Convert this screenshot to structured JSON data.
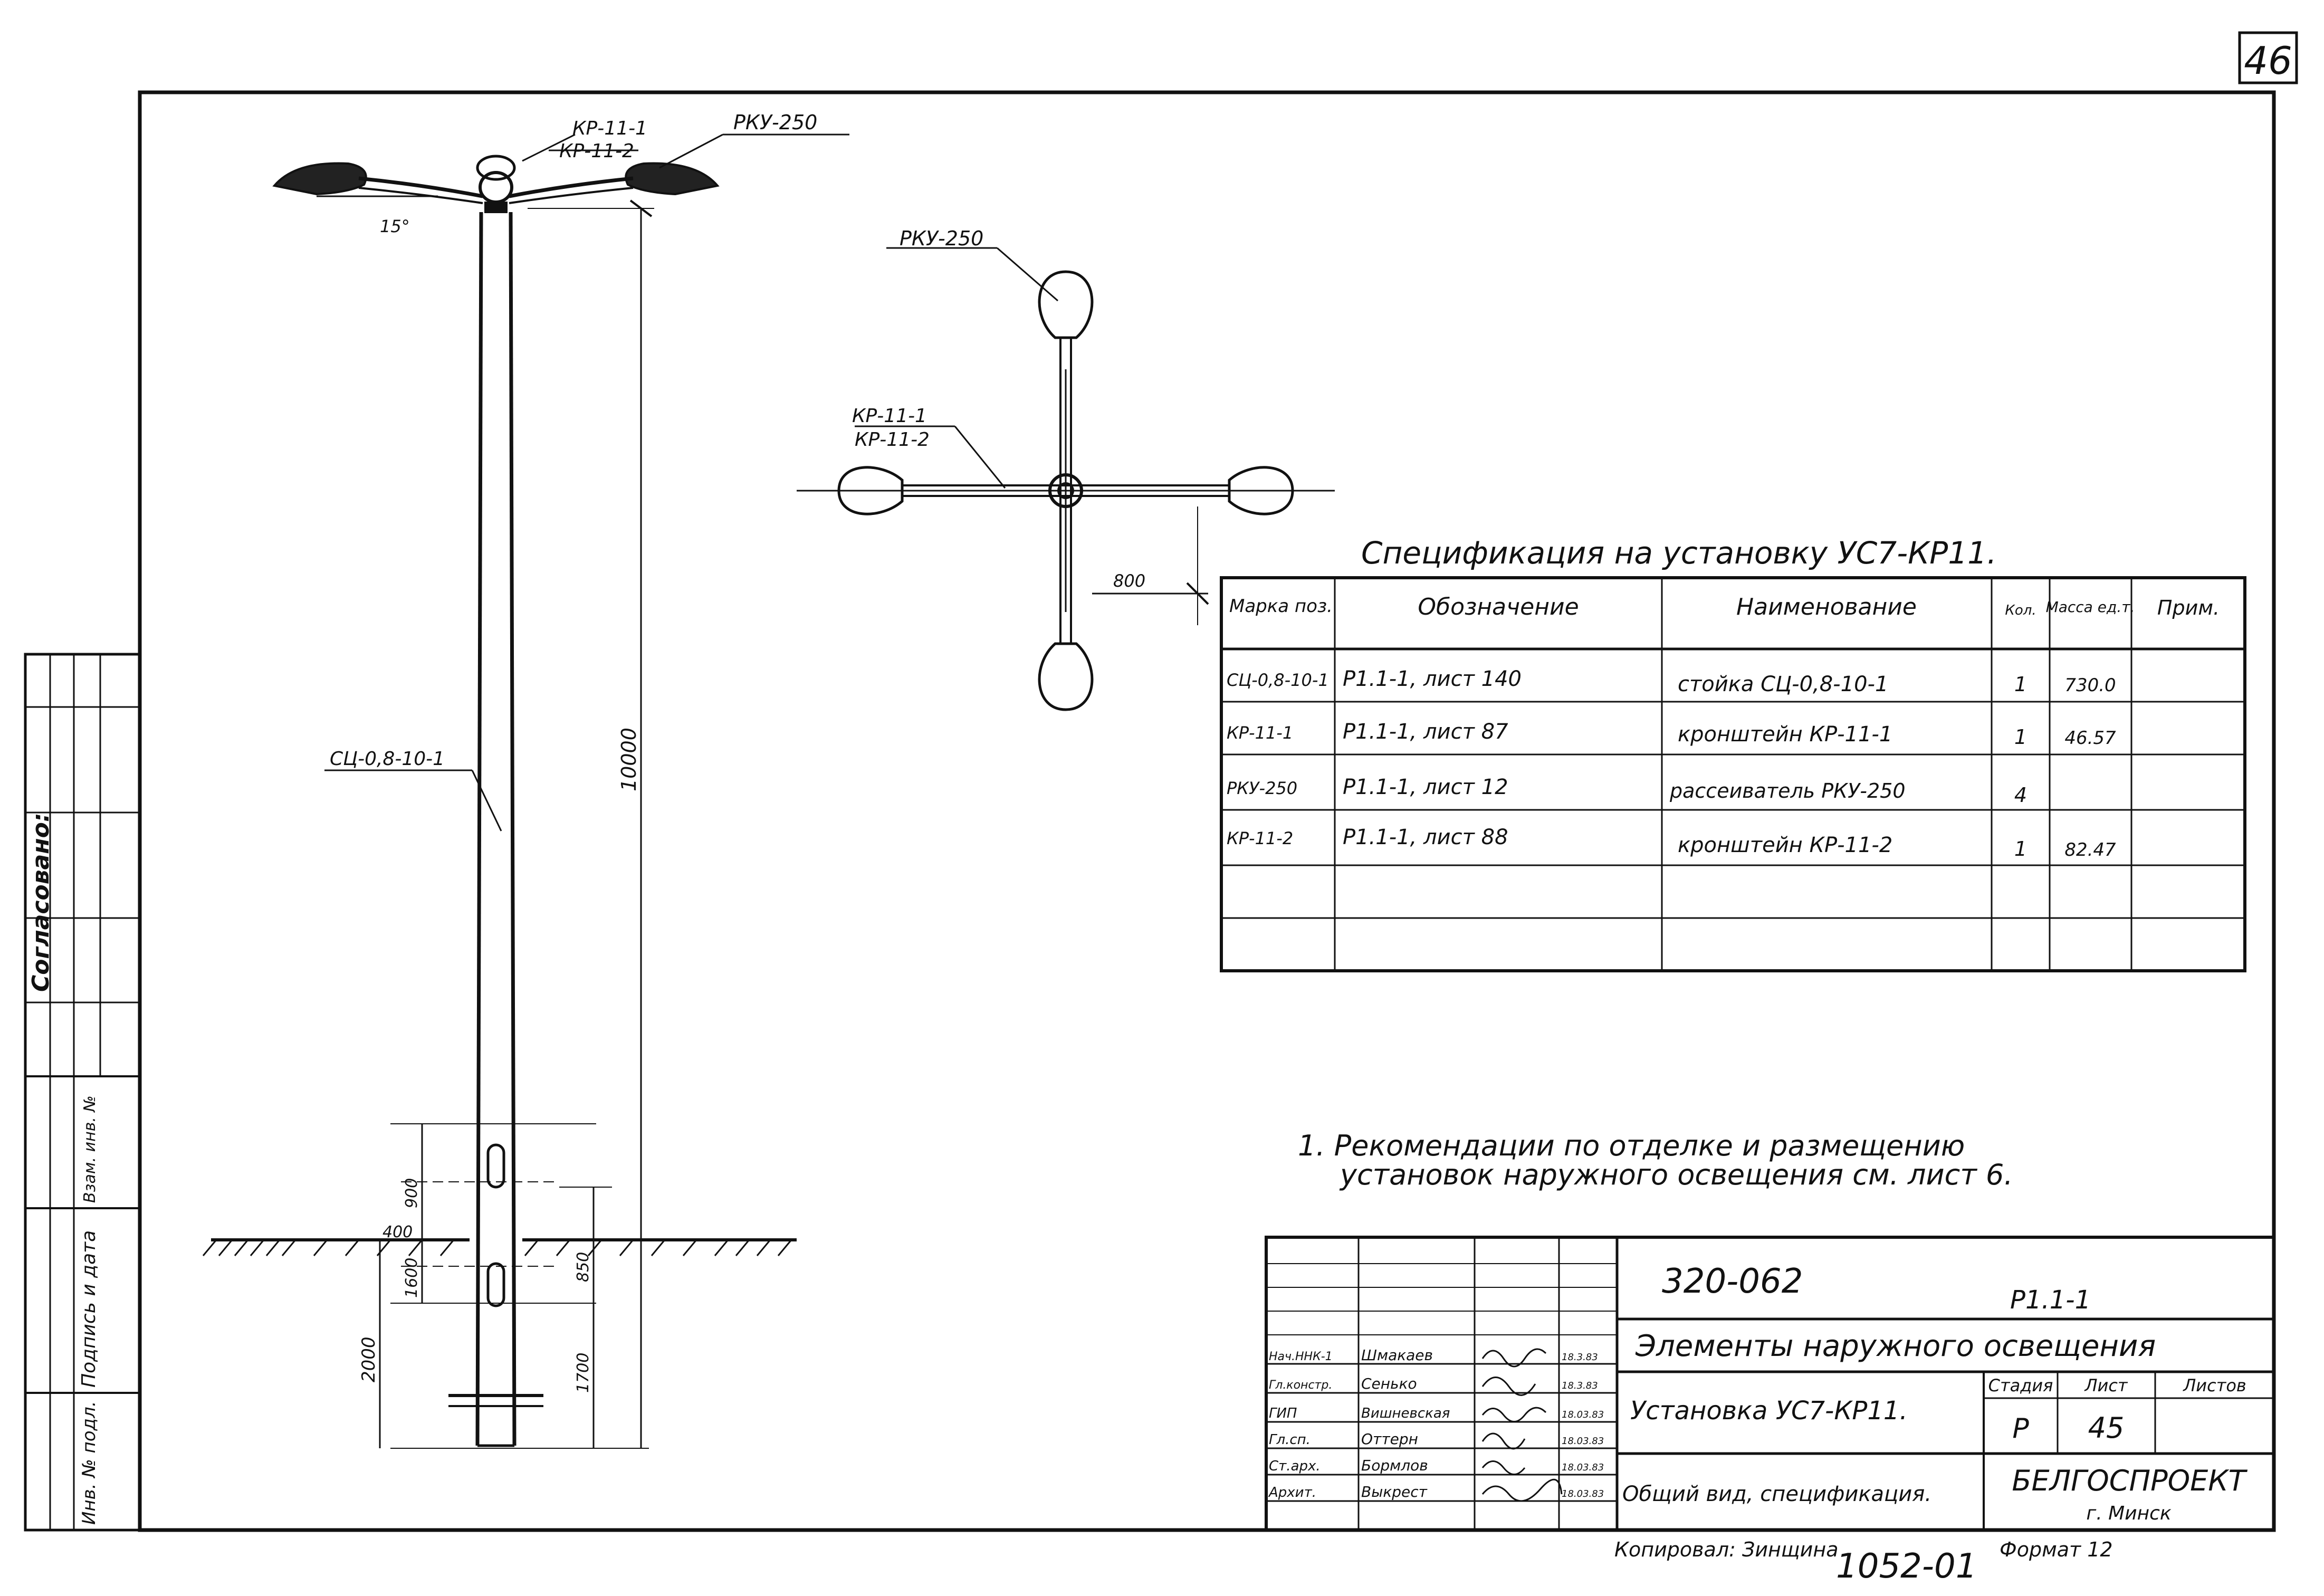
{
  "sheet_number": "46",
  "elevation": {
    "bracket_label_1": "КР-11-1",
    "bracket_label_2": "КР-11-2",
    "lamp_label": "РКУ-250",
    "angle_label": "15°",
    "pole_label": "СЦ-0,8-10-1",
    "dim_height": "10000",
    "dim_900": "900",
    "dim_400": "400",
    "dim_1600": "1600",
    "dim_2000": "2000",
    "dim_850": "850",
    "dim_1700": "1700"
  },
  "plan": {
    "lamp_label": "РКУ-250",
    "bracket_label_1": "КР-11-1",
    "bracket_label_2": "КР-11-2",
    "dim_arm": "800"
  },
  "left_margin": {
    "soglasovano": "Согласовано:",
    "inv_podl": "Инв. № подл.",
    "podp_data": "Подпись и дата",
    "vzam_inv": "Взам. инв. №"
  },
  "spec": {
    "title": "Спецификация на установку УС7-КР11.",
    "headers": [
      "Марка поз.",
      "Обозначение",
      "Наименование",
      "Кол.",
      "Масса ед.т.",
      "Прим."
    ],
    "rows": [
      [
        "СЦ-0,8-10-1",
        "Р1.1-1, лист 140",
        "стойка СЦ-0,8-10-1",
        "1",
        "730.0",
        ""
      ],
      [
        "КР-11-1",
        "Р1.1-1, лист 87",
        "кронштейн КР-11-1",
        "1",
        "46.57",
        ""
      ],
      [
        "РКУ-250",
        "Р1.1-1, лист 12",
        "рассеиватель РКУ-250",
        "4",
        "",
        ""
      ],
      [
        "КР-11-2",
        "Р1.1-1, лист 88",
        "кронштейн КР-11-2",
        "1",
        "82.47",
        ""
      ],
      [
        "",
        "",
        "",
        "",
        "",
        ""
      ],
      [
        "",
        "",
        "",
        "",
        "",
        ""
      ]
    ]
  },
  "note": {
    "line1": "1. Рекомендации по отделке и размещению",
    "line2": "установок наружного освещения см. лист 6."
  },
  "title_block": {
    "doc_code": "320-062",
    "series": "Р1.1-1",
    "project_title": "Элементы наружного освещения",
    "sheet_title": "Установка УС7-КР11.",
    "sheet_subtitle": "Общий вид, спецификация.",
    "stage_header": "Стадия",
    "list_header": "Лист",
    "lists_header": "Листов",
    "stage": "Р",
    "list_no": "45",
    "org": "БЕЛГОСПРОЕКТ",
    "city": "г. Минск",
    "signatures": [
      {
        "role": "Нач.ННК-1",
        "name": "Шмакаев",
        "date": "18.3.83"
      },
      {
        "role": "Гл.констр.",
        "name": "Сенько",
        "date": "18.3.83"
      },
      {
        "role": "ГИП",
        "name": "Вишневская",
        "date": "18.03.83"
      },
      {
        "role": "Гл.сп.",
        "name": "Оттерн",
        "date": "18.03.83"
      },
      {
        "role": "Ст.арх.",
        "name": "Бормлов",
        "date": "18.03.83"
      },
      {
        "role": "Архит.",
        "name": "Выкрест",
        "date": "18.03.83"
      }
    ]
  },
  "footer": {
    "copied": "Копировал: Зинщина",
    "number": "1052-01",
    "format": "Формат 12"
  }
}
